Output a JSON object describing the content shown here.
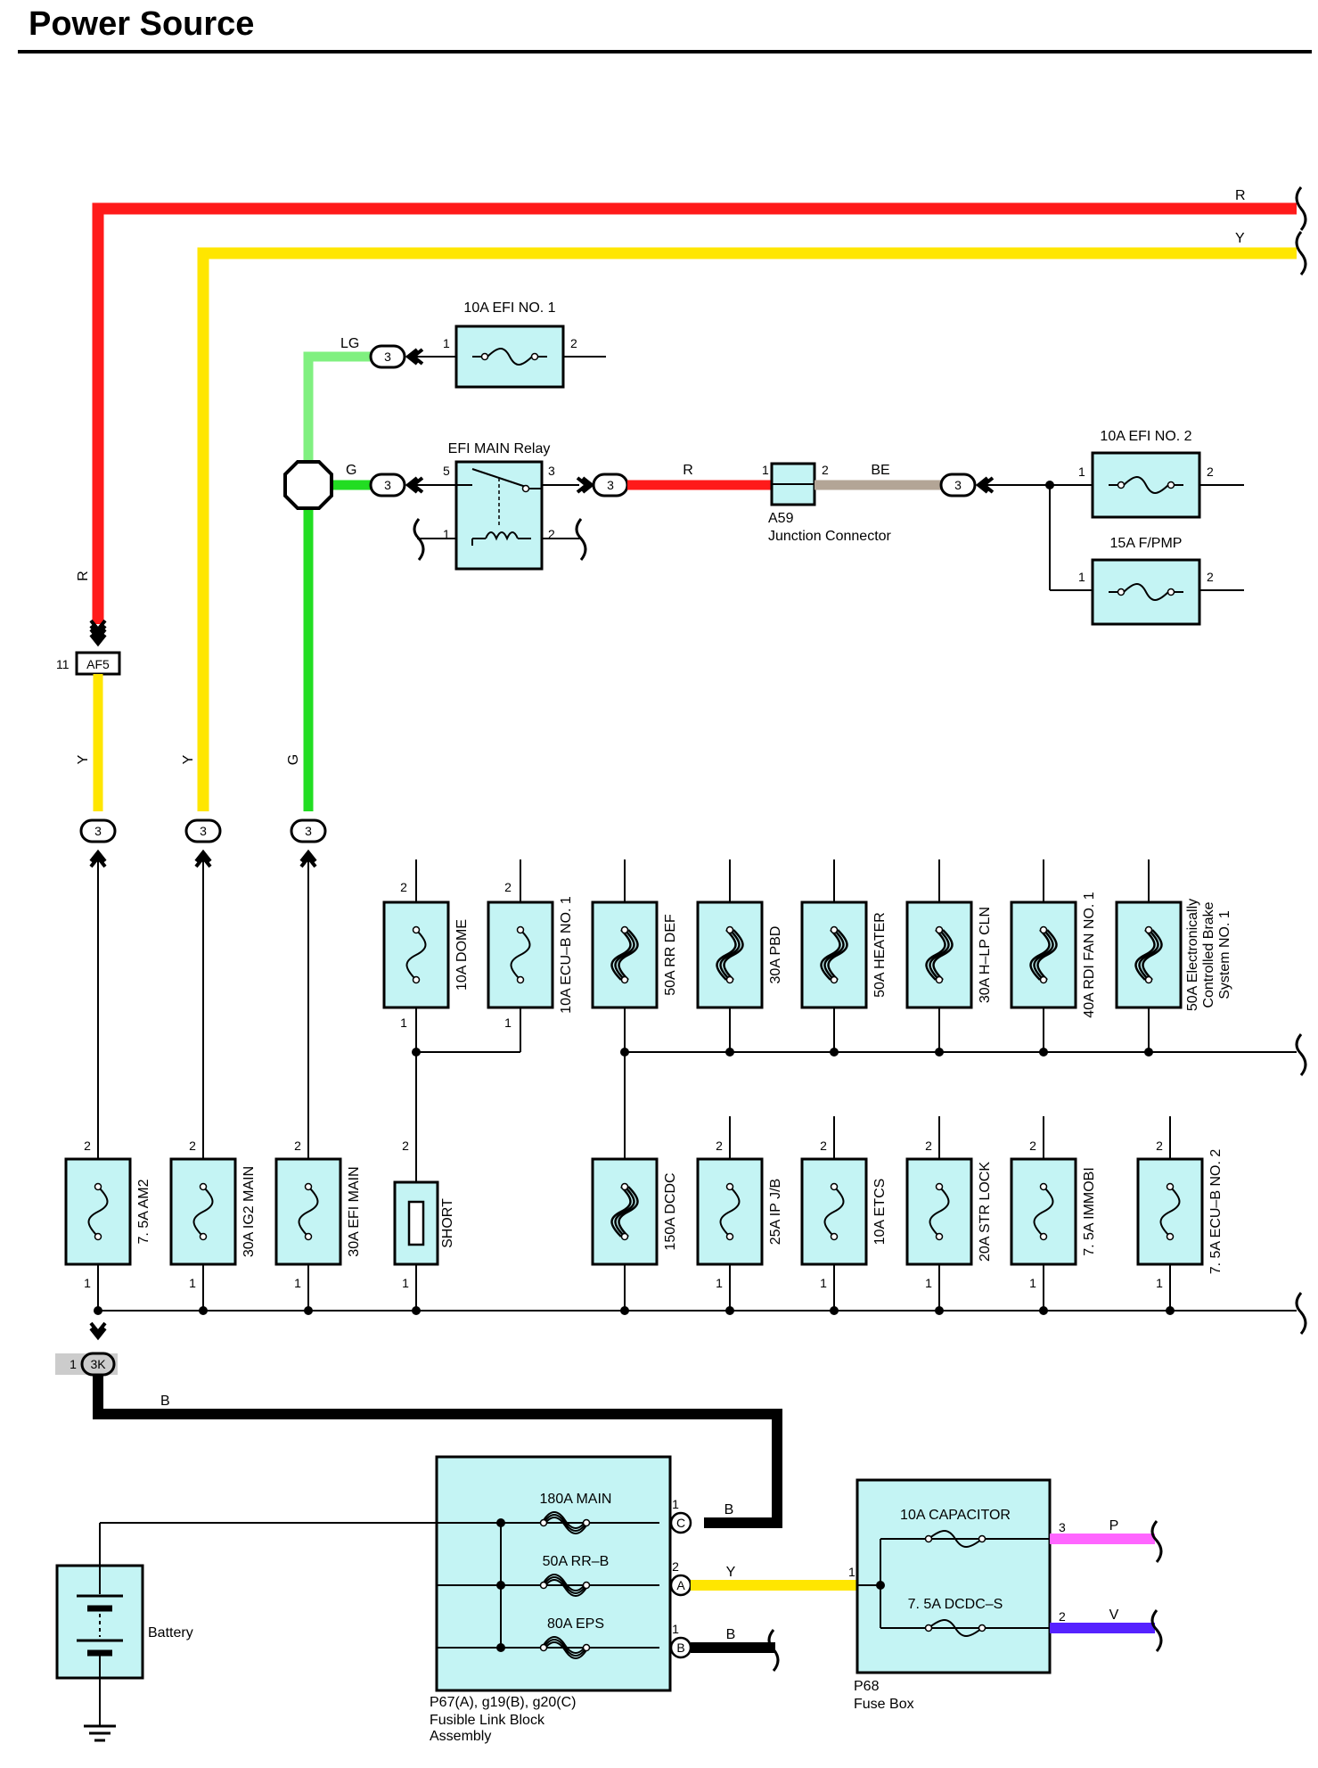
{
  "title": "Power Source",
  "colors": {
    "R": "#ff1a1a",
    "Y": "#ffe600",
    "G": "#22dd22",
    "LG": "#80f080",
    "BE": "#b3a596",
    "B": "#000000",
    "P": "#ff66ff",
    "V": "#5522ff",
    "box_fill": "#c4f4f4"
  },
  "wires": {
    "top_r": "R",
    "top_y": "Y",
    "lg": "LG",
    "g_relay": "G",
    "r_relay": "R",
    "be": "BE",
    "r_af5": "R",
    "y_af5": "Y",
    "y_ig2": "Y",
    "g_efi": "G",
    "b_3k": "B",
    "y_capacitor": "Y",
    "b_eps": "B",
    "b_main": "B",
    "p_out": "P",
    "v_out": "V"
  },
  "connector_numbers": {
    "efi1": "3",
    "relay_in": "3",
    "relay_out": "3",
    "be_right": "3",
    "am2": "3",
    "ig2": "3",
    "efi_main": "3"
  },
  "fuses_top": {
    "efi1": {
      "label": "10A EFI NO. 1",
      "pin1": "1",
      "pin2": "2"
    },
    "efi2": {
      "label": "10A EFI NO. 2",
      "pin1": "1",
      "pin2": "2"
    },
    "fpmp": {
      "label": "15A F/PMP",
      "pin1": "1",
      "pin2": "2"
    }
  },
  "relay": {
    "label": "EFI MAIN Relay",
    "pin5": "5",
    "pin3": "3",
    "pin1": "1",
    "pin2": "2"
  },
  "junction": {
    "id": "A59",
    "name": "Junction Connector",
    "pin1": "1",
    "pin2": "2"
  },
  "af5": {
    "pin": "11",
    "id": "AF5"
  },
  "row_upper": [
    {
      "label": "10A DOME",
      "pin_top": "2",
      "pin_bottom": "1"
    },
    {
      "label": "10A ECU–B NO. 1",
      "pin_top": "2",
      "pin_bottom": "1"
    },
    {
      "label": "50A RR DEF"
    },
    {
      "label": "30A PBD"
    },
    {
      "label": "50A HEATER"
    },
    {
      "label": "30A H–LP CLN"
    },
    {
      "label": "40A RDI FAN NO. 1"
    },
    {
      "label_lines": [
        "50A Electronically",
        "Controlled Brake",
        "System NO. 1"
      ]
    }
  ],
  "row_lower": [
    {
      "label": "7. 5A AM2",
      "pin_top": "2",
      "pin_bottom": "1"
    },
    {
      "label": "30A IG2 MAIN",
      "pin_top": "2",
      "pin_bottom": "1"
    },
    {
      "label": "30A EFI MAIN",
      "pin_top": "2",
      "pin_bottom": "1"
    },
    {
      "label": "SHORT",
      "pin_top": "2",
      "pin_bottom": "1"
    },
    {
      "label": "150A DCDC"
    },
    {
      "label": "25A IP J/B",
      "pin_top": "2",
      "pin_bottom": "1"
    },
    {
      "label": "10A ETCS",
      "pin_top": "2",
      "pin_bottom": "1"
    },
    {
      "label": "20A STR LOCK",
      "pin_top": "2",
      "pin_bottom": "1"
    },
    {
      "label": "7. 5A IMMOBI",
      "pin_top": "2",
      "pin_bottom": "1"
    },
    {
      "label": "7. 5A ECU–B NO. 2",
      "pin_top": "2",
      "pin_bottom": "1"
    }
  ],
  "connector_3k": {
    "pin": "1",
    "id": "3K"
  },
  "fusible_link": {
    "fuses": [
      "180A MAIN",
      "50A RR–B",
      "80A EPS"
    ],
    "terminals": [
      "C",
      "A",
      "B"
    ],
    "pins": [
      "1",
      "2",
      "1"
    ],
    "id": "P67(A), g19(B), g20(C)",
    "name_lines": [
      "Fusible Link Block",
      "Assembly"
    ]
  },
  "fuse_box": {
    "fuses": [
      "10A CAPACITOR",
      "7. 5A DCDC–S"
    ],
    "pin_in": "1",
    "pin_out1": "3",
    "pin_out2": "2",
    "id": "P68",
    "name": "Fuse Box"
  },
  "battery": {
    "label": "Battery"
  }
}
